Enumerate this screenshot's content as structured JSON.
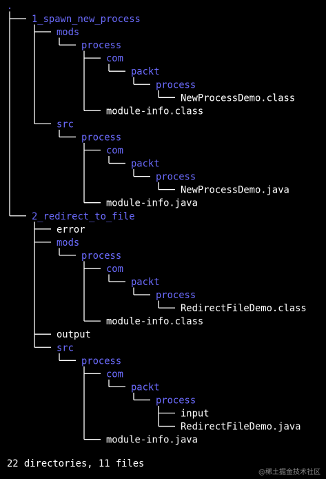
{
  "root_label": ".",
  "tree": [
    {
      "name": "1_spawn_new_process",
      "type": "dir",
      "children": [
        {
          "name": "mods",
          "type": "dir",
          "children": [
            {
              "name": "process",
              "type": "dir",
              "children": [
                {
                  "name": "com",
                  "type": "dir",
                  "children": [
                    {
                      "name": "packt",
                      "type": "dir",
                      "children": [
                        {
                          "name": "process",
                          "type": "dir",
                          "children": [
                            {
                              "name": "NewProcessDemo.class",
                              "type": "file"
                            }
                          ]
                        }
                      ]
                    }
                  ]
                },
                {
                  "name": "module-info.class",
                  "type": "file"
                }
              ]
            }
          ]
        },
        {
          "name": "src",
          "type": "dir",
          "children": [
            {
              "name": "process",
              "type": "dir",
              "children": [
                {
                  "name": "com",
                  "type": "dir",
                  "children": [
                    {
                      "name": "packt",
                      "type": "dir",
                      "children": [
                        {
                          "name": "process",
                          "type": "dir",
                          "children": [
                            {
                              "name": "NewProcessDemo.java",
                              "type": "file"
                            }
                          ]
                        }
                      ]
                    }
                  ]
                },
                {
                  "name": "module-info.java",
                  "type": "file"
                }
              ]
            }
          ]
        }
      ]
    },
    {
      "name": "2_redirect_to_file",
      "type": "dir",
      "children": [
        {
          "name": "error",
          "type": "file"
        },
        {
          "name": "mods",
          "type": "dir",
          "children": [
            {
              "name": "process",
              "type": "dir",
              "children": [
                {
                  "name": "com",
                  "type": "dir",
                  "children": [
                    {
                      "name": "packt",
                      "type": "dir",
                      "children": [
                        {
                          "name": "process",
                          "type": "dir",
                          "children": [
                            {
                              "name": "RedirectFileDemo.class",
                              "type": "file"
                            }
                          ]
                        }
                      ]
                    }
                  ]
                },
                {
                  "name": "module-info.class",
                  "type": "file"
                }
              ]
            }
          ]
        },
        {
          "name": "output",
          "type": "file"
        },
        {
          "name": "src",
          "type": "dir",
          "children": [
            {
              "name": "process",
              "type": "dir",
              "children": [
                {
                  "name": "com",
                  "type": "dir",
                  "children": [
                    {
                      "name": "packt",
                      "type": "dir",
                      "children": [
                        {
                          "name": "process",
                          "type": "dir",
                          "children": [
                            {
                              "name": "input",
                              "type": "file"
                            },
                            {
                              "name": "RedirectFileDemo.java",
                              "type": "file"
                            }
                          ]
                        }
                      ]
                    }
                  ]
                },
                {
                  "name": "module-info.java",
                  "type": "file"
                }
              ]
            }
          ]
        }
      ]
    }
  ],
  "summary": "22 directories, 11 files",
  "watermark": "@稀土掘金技术社区",
  "colors": {
    "background": "#000000",
    "directory": "#6c6cff",
    "file": "#ffffff",
    "lines": "#ffffff"
  }
}
